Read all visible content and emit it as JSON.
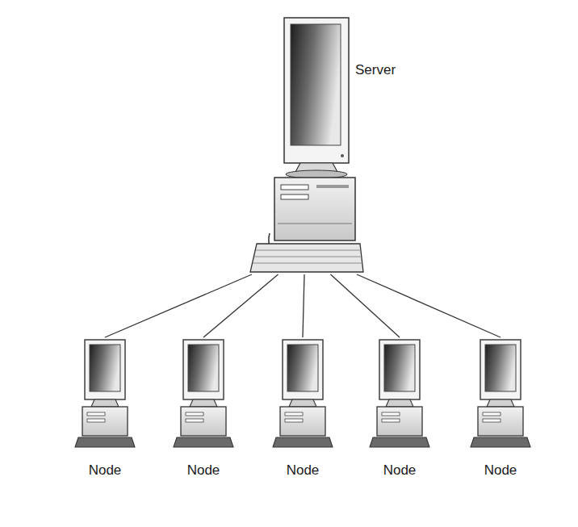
{
  "diagram": {
    "nodes": [
      {
        "text": [
          "Server"
        ]
      },
      {
        "text": [
          "Node"
        ]
      },
      {
        "text": [
          "Node"
        ]
      },
      {
        "text": [
          "Node"
        ]
      },
      {
        "text": [
          "Node"
        ]
      },
      {
        "text": [
          "Node"
        ]
      }
    ],
    "edges": [
      {
        "from": 0,
        "to": 1,
        "arrow": "none"
      },
      {
        "from": 0,
        "to": 2,
        "arrow": "none"
      },
      {
        "from": 0,
        "to": 3,
        "arrow": "none"
      },
      {
        "from": 0,
        "to": 4,
        "arrow": "none"
      },
      {
        "from": 0,
        "to": 5,
        "arrow": "none"
      }
    ]
  }
}
